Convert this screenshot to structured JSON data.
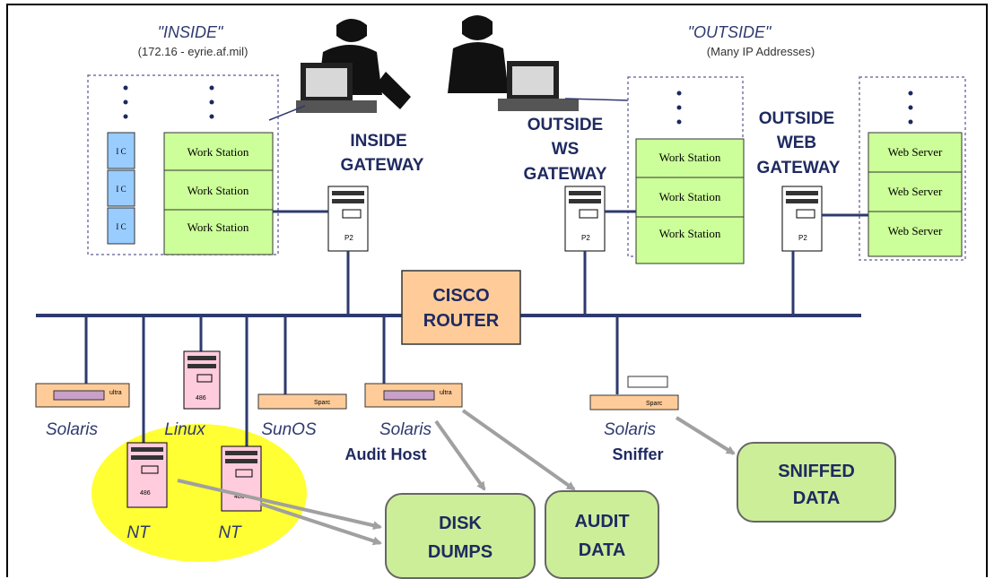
{
  "inside": {
    "title": "\"INSIDE\"",
    "subtitle": "(172.16 - eyrie.af.mil)",
    "ic_label": "I C",
    "workstations": [
      "Work Station",
      "Work Station",
      "Work Station"
    ]
  },
  "outside": {
    "title": "\"OUTSIDE\"",
    "subtitle": "(Many IP Addresses)",
    "workstations": [
      "Work Station",
      "Work Station",
      "Work Station"
    ],
    "webservers": [
      "Web Server",
      "Web Server",
      "Web Server"
    ]
  },
  "gateways": {
    "inside": [
      "INSIDE",
      "GATEWAY"
    ],
    "outside_ws": [
      "OUTSIDE",
      "WS",
      "GATEWAY"
    ],
    "outside_web": [
      "OUTSIDE",
      "WEB",
      "GATEWAY"
    ],
    "server_tag": "P2"
  },
  "router": [
    "CISCO",
    "ROUTER"
  ],
  "hosts": {
    "solaris1": "Solaris",
    "linux": "Linux",
    "sunos": "SunOS",
    "solaris_audit": "Solaris",
    "audit_host": "Audit Host",
    "solaris_sniffer": "Solaris",
    "sniffer": "Sniffer",
    "nt1": "NT",
    "nt2": "NT",
    "ultra_tag": "ultra",
    "sparc_tag": "Sparc",
    "pc_tag": "486"
  },
  "data_boxes": {
    "disk_dumps": [
      "DISK",
      "DUMPS"
    ],
    "audit_data": [
      "AUDIT",
      "DATA"
    ],
    "sniffed_data": [
      "SNIFFED",
      "DATA"
    ]
  },
  "colors": {
    "workstation_fill": "#ccff99",
    "ic_fill": "#99ccff",
    "router_fill": "#ffcc99",
    "data_box_fill": "#ccee99",
    "nt_zone": "#ffff33",
    "linux_fill": "#ffccdd",
    "network_line": "#2e3a6e",
    "arrow": "#a0a0a0"
  }
}
